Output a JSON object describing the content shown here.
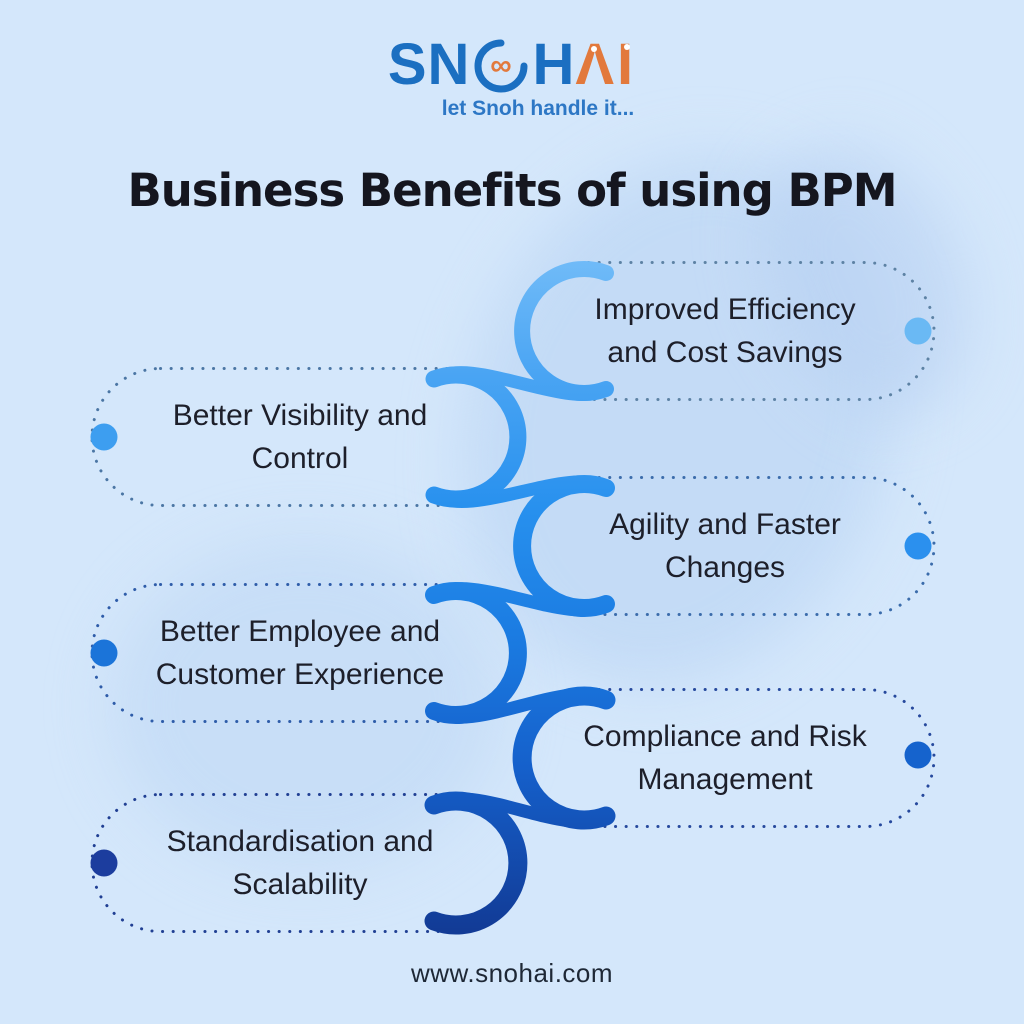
{
  "colors": {
    "bg": "#d4e7fb",
    "title": "#15161f",
    "body_text": "#1d1f2a",
    "footer_text": "#1e2836",
    "logo_blue": "#1b6fc1",
    "logo_orange": "#e2793c",
    "tagline": "#2d77c5"
  },
  "logo": {
    "brand": "SNOHAI",
    "sn": "SN",
    "infinity": "∞",
    "h": "H",
    "ai": "ΛI",
    "tagline": "let Snoh handle it..."
  },
  "title": "Business Benefits of using BPM",
  "footer": {
    "website": "www.snohai.com"
  },
  "spine": {
    "gradient_stops": [
      "#72bcf8",
      "#49a4f3",
      "#2790ee",
      "#1b7ce2",
      "#1560cb",
      "#123b96"
    ]
  },
  "items": [
    {
      "label": "Improved Efficiency and Cost Savings",
      "lines": [
        "Improved Efficiency",
        "and Cost Savings"
      ],
      "side": "right",
      "dot_color": "#6ab9f4",
      "border_color": "#5d82a4"
    },
    {
      "label": "Better Visibility and Control",
      "lines": [
        "Better Visibility and",
        "Control"
      ],
      "side": "left",
      "dot_color": "#3d9ef0",
      "border_color": "#4b76a4"
    },
    {
      "label": "Agility and Faster Changes",
      "lines": [
        "Agility and Faster",
        "Changes"
      ],
      "side": "right",
      "dot_color": "#2b90ee",
      "border_color": "#3b6cab"
    },
    {
      "label": "Better Employee and Customer Experience",
      "lines": [
        "Better Employee and",
        "Customer Experience"
      ],
      "side": "left",
      "dot_color": "#1b74d9",
      "border_color": "#2e5ca9"
    },
    {
      "label": "Compliance and Risk Management",
      "lines": [
        "Compliance and Risk",
        "Management"
      ],
      "side": "right",
      "dot_color": "#1563cd",
      "border_color": "#26499d"
    },
    {
      "label": "Standardisation and Scalability",
      "lines": [
        "Standardisation and",
        "Scalability"
      ],
      "side": "left",
      "dot_color": "#1c3d9e",
      "border_color": "#203f93"
    }
  ]
}
